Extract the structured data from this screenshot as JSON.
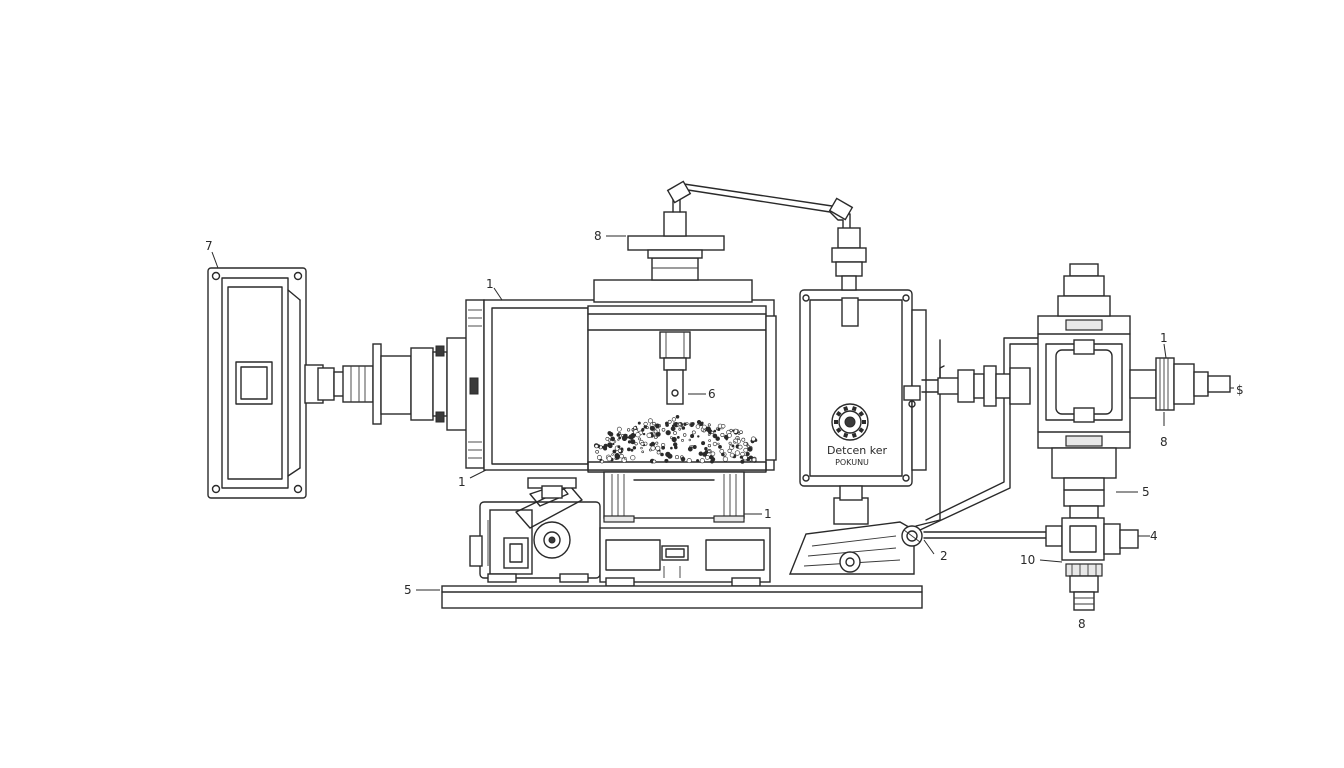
{
  "nameplate": {
    "line1": "Detcen ker",
    "line2": "POKUNU"
  },
  "callouts": [
    {
      "id": "c7",
      "text": "7"
    },
    {
      "id": "c8a",
      "text": "8"
    },
    {
      "id": "c1a",
      "text": "1"
    },
    {
      "id": "c6a",
      "text": "6"
    },
    {
      "id": "c1b",
      "text": "1"
    },
    {
      "id": "c1c",
      "text": "1"
    },
    {
      "id": "c5a",
      "text": "5"
    },
    {
      "id": "c2",
      "text": "2"
    },
    {
      "id": "c1d",
      "text": "1"
    },
    {
      "id": "cS",
      "text": "$"
    },
    {
      "id": "c8b",
      "text": "8"
    },
    {
      "id": "c5b",
      "text": "5"
    },
    {
      "id": "c4",
      "text": "4"
    },
    {
      "id": "c10",
      "text": "10"
    },
    {
      "id": "c8c",
      "text": "8"
    }
  ]
}
